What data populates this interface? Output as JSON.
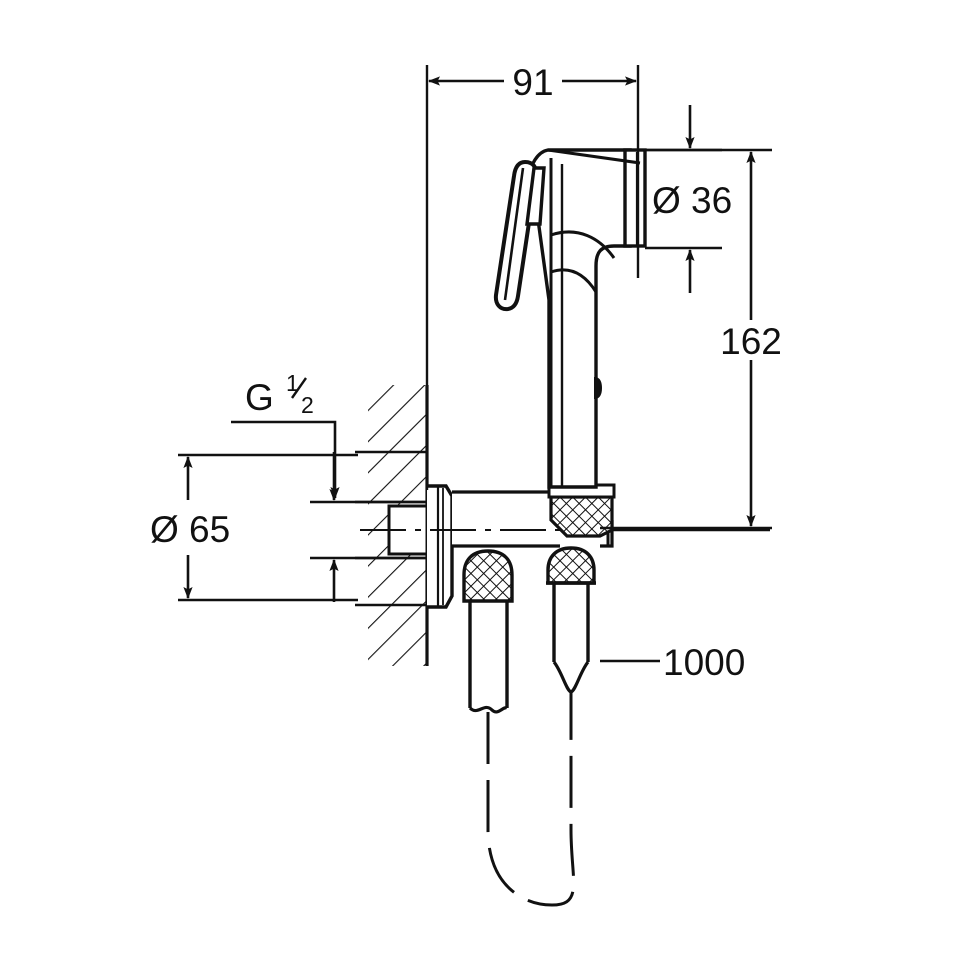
{
  "drawing": {
    "title": "Hand spray technical dimension drawing",
    "units": "mm",
    "line_color": "#111111",
    "background_color": "#ffffff"
  },
  "dimensions": {
    "projection_91": {
      "label": "91",
      "name": "horizontal-projection"
    },
    "diameter_36": {
      "label": "Ø 36",
      "name": "spray-head-diameter"
    },
    "height_162": {
      "label": "162",
      "name": "overall-height"
    },
    "diameter_65": {
      "label": "Ø 65",
      "name": "wall-flange-diameter"
    },
    "thread_g_half": {
      "prefix": "G",
      "numerator": "1",
      "denominator": "2",
      "name": "thread-size"
    },
    "hose_length_1000": {
      "label": "1000",
      "name": "hose-length"
    }
  }
}
